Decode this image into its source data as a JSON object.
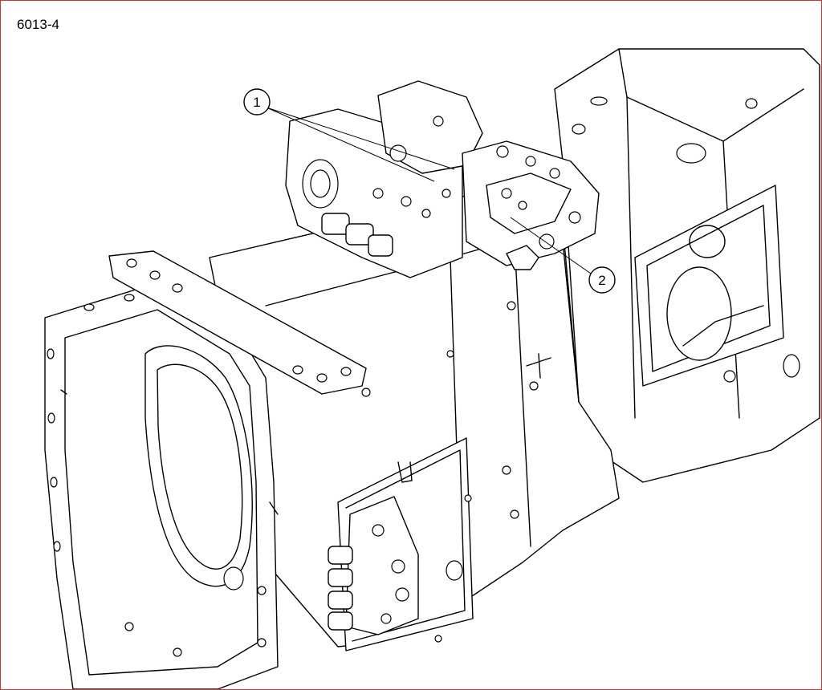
{
  "figure": {
    "id": "6013-4"
  },
  "callouts": [
    {
      "number": "1"
    },
    {
      "number": "2"
    }
  ],
  "colors": {
    "line": "#000000",
    "background": "#ffffff",
    "frame": "#d9312b"
  }
}
